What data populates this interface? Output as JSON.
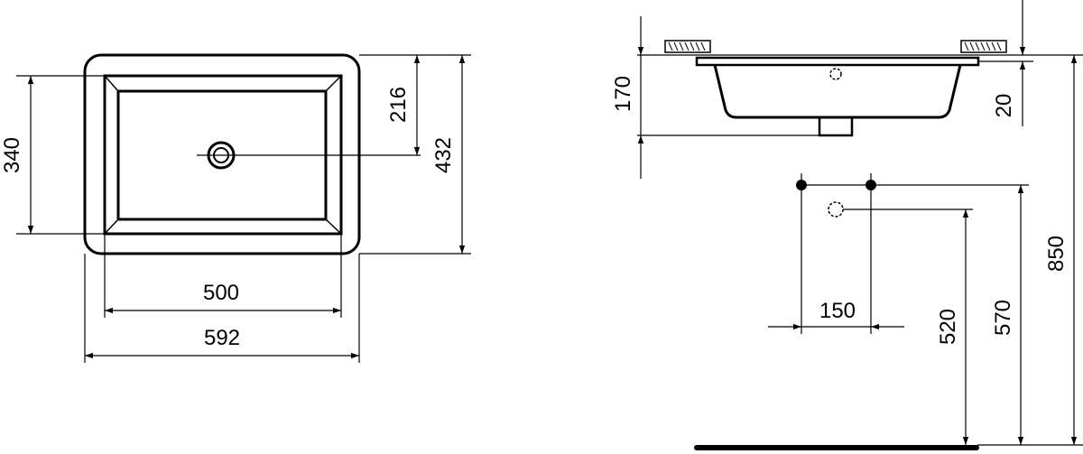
{
  "plan_view": {
    "inner_width": "500",
    "outer_width": "592",
    "inner_depth": "340",
    "outer_depth": "432",
    "drain_offset": "216"
  },
  "section_view": {
    "basin_height": "170",
    "rim_thickness": "20",
    "rim_height_floor": "850",
    "supply_spacing": "150",
    "waste_height": "520",
    "supply_height": "570"
  },
  "colors": {
    "line": "#000000",
    "background": "#ffffff"
  }
}
